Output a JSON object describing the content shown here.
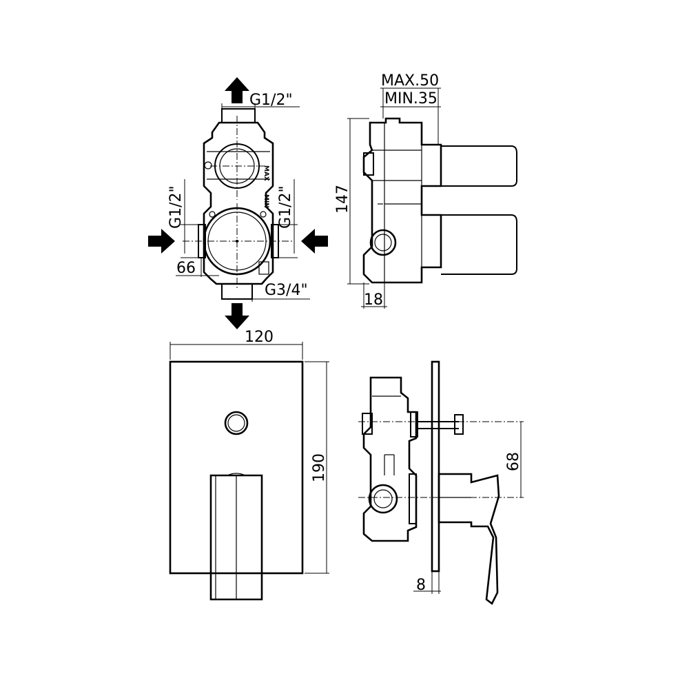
{
  "labels": {
    "top_inlet": "G1/2\"",
    "left_inlet": "G1/2\"",
    "right_inlet": "G1/2\"",
    "bottom_outlet": "G3/4\"",
    "body_offset": "66",
    "max_depth": "MAX.50",
    "min_depth": "MIN.35",
    "body_height": "147",
    "side_offset": "18",
    "plate_width": "120",
    "plate_height": "190",
    "lever_offset": "68",
    "plate_thickness": "8",
    "body_max_mark": "MAX",
    "body_min_mark": "MIN"
  }
}
